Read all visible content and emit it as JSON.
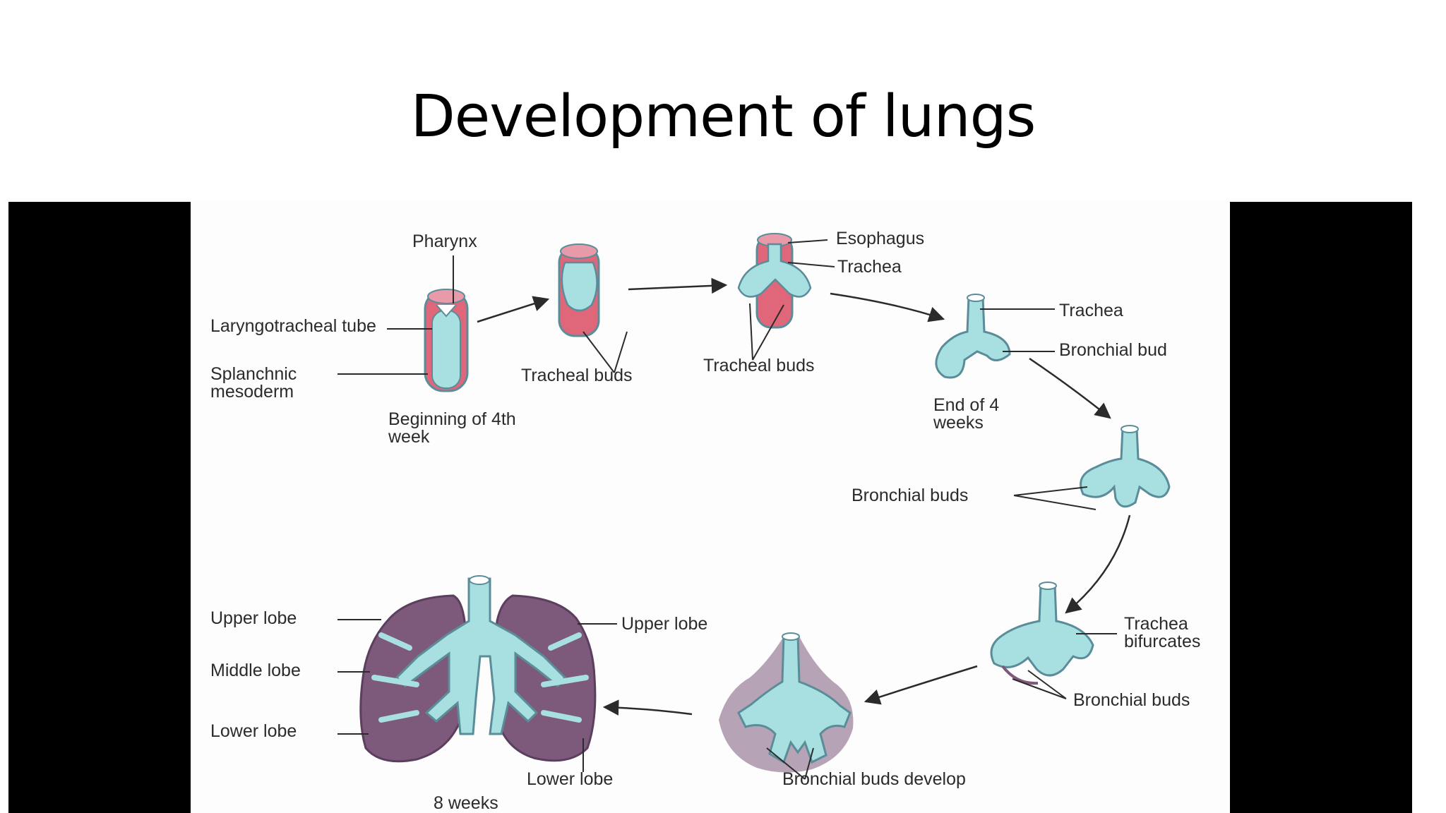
{
  "slide": {
    "title": "Development of lungs"
  },
  "diagram": {
    "labels": {
      "pharynx": "Pharynx",
      "laryngotracheal_tube": "Laryngotracheal tube",
      "splanchnic_mesoderm": "Splanchnic mesoderm",
      "beginning_4th_week": "Beginning of 4th week",
      "tracheal_buds_1": "Tracheal buds",
      "tracheal_buds_2": "Tracheal buds",
      "esophagus": "Esophagus",
      "trachea_1": "Trachea",
      "trachea_2": "Trachea",
      "bronchial_bud": "Bronchial bud",
      "end_4_weeks": "End of 4 weeks",
      "bronchial_buds_1": "Bronchial buds",
      "trachea_bifurcates": "Trachea bifurcates",
      "bronchial_buds_2": "Bronchial buds",
      "bronchial_buds_develop": "Bronchial buds develop",
      "upper_lobe_left": "Upper lobe",
      "middle_lobe": "Middle lobe",
      "lower_lobe_left": "Lower lobe",
      "upper_lobe_right": "Upper lobe",
      "lower_lobe_right": "Lower lobe",
      "eight_weeks": "8 weeks"
    },
    "colors": {
      "tube_fill": "#a8dfe0",
      "tube_outline": "#5a8c9a",
      "endoderm_pink": "#e0677a",
      "lung_tissue": "#7d5a7c",
      "lung_outline": "#5c3e5e",
      "frame_black": "#000000"
    }
  }
}
